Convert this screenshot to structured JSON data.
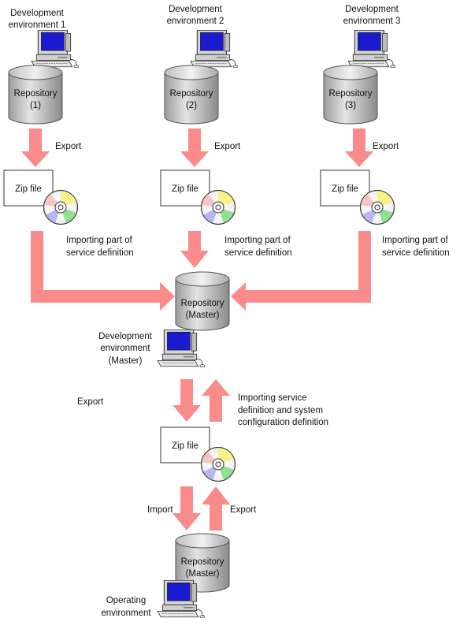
{
  "top_envs": [
    {
      "env_line1": "Development",
      "env_line2": "environment 1",
      "repo_line1": "Repository",
      "repo_line2": "(1)",
      "export_label": "Export",
      "zip_label": "Zip file",
      "import_line1": "Importing part of",
      "import_line2": "service definition"
    },
    {
      "env_line1": "Development",
      "env_line2": "environment 2",
      "repo_line1": "Repository",
      "repo_line2": "(2)",
      "export_label": "Export",
      "zip_label": "Zip file",
      "import_line1": "Importing part of",
      "import_line2": "service definition"
    },
    {
      "env_line1": "Development",
      "env_line2": "environment 3",
      "repo_line1": "Repository",
      "repo_line2": "(3)",
      "export_label": "Export",
      "zip_label": "Zip file",
      "import_line1": "Importing part of",
      "import_line2": "service definition"
    }
  ],
  "master": {
    "repo_line1": "Repository",
    "repo_line2": "(Master)",
    "env_line1": "Development",
    "env_line2": "environment",
    "env_line3": "(Master)"
  },
  "exchange": {
    "export_label": "Export",
    "import_line1": "Importing service",
    "import_line2": "definition and system",
    "import_line3": "configuration definition",
    "zip_label": "Zip file",
    "import_label": "Import",
    "export2_label": "Export"
  },
  "operating": {
    "repo_line1": "Repository",
    "repo_line2": "(Master)",
    "env_line1": "Operating",
    "env_line2": "environment"
  },
  "colors": {
    "arrow": "#f98b8b",
    "cylinder": "#c8c8c8",
    "monitor_screen": "#1a1ad0"
  }
}
